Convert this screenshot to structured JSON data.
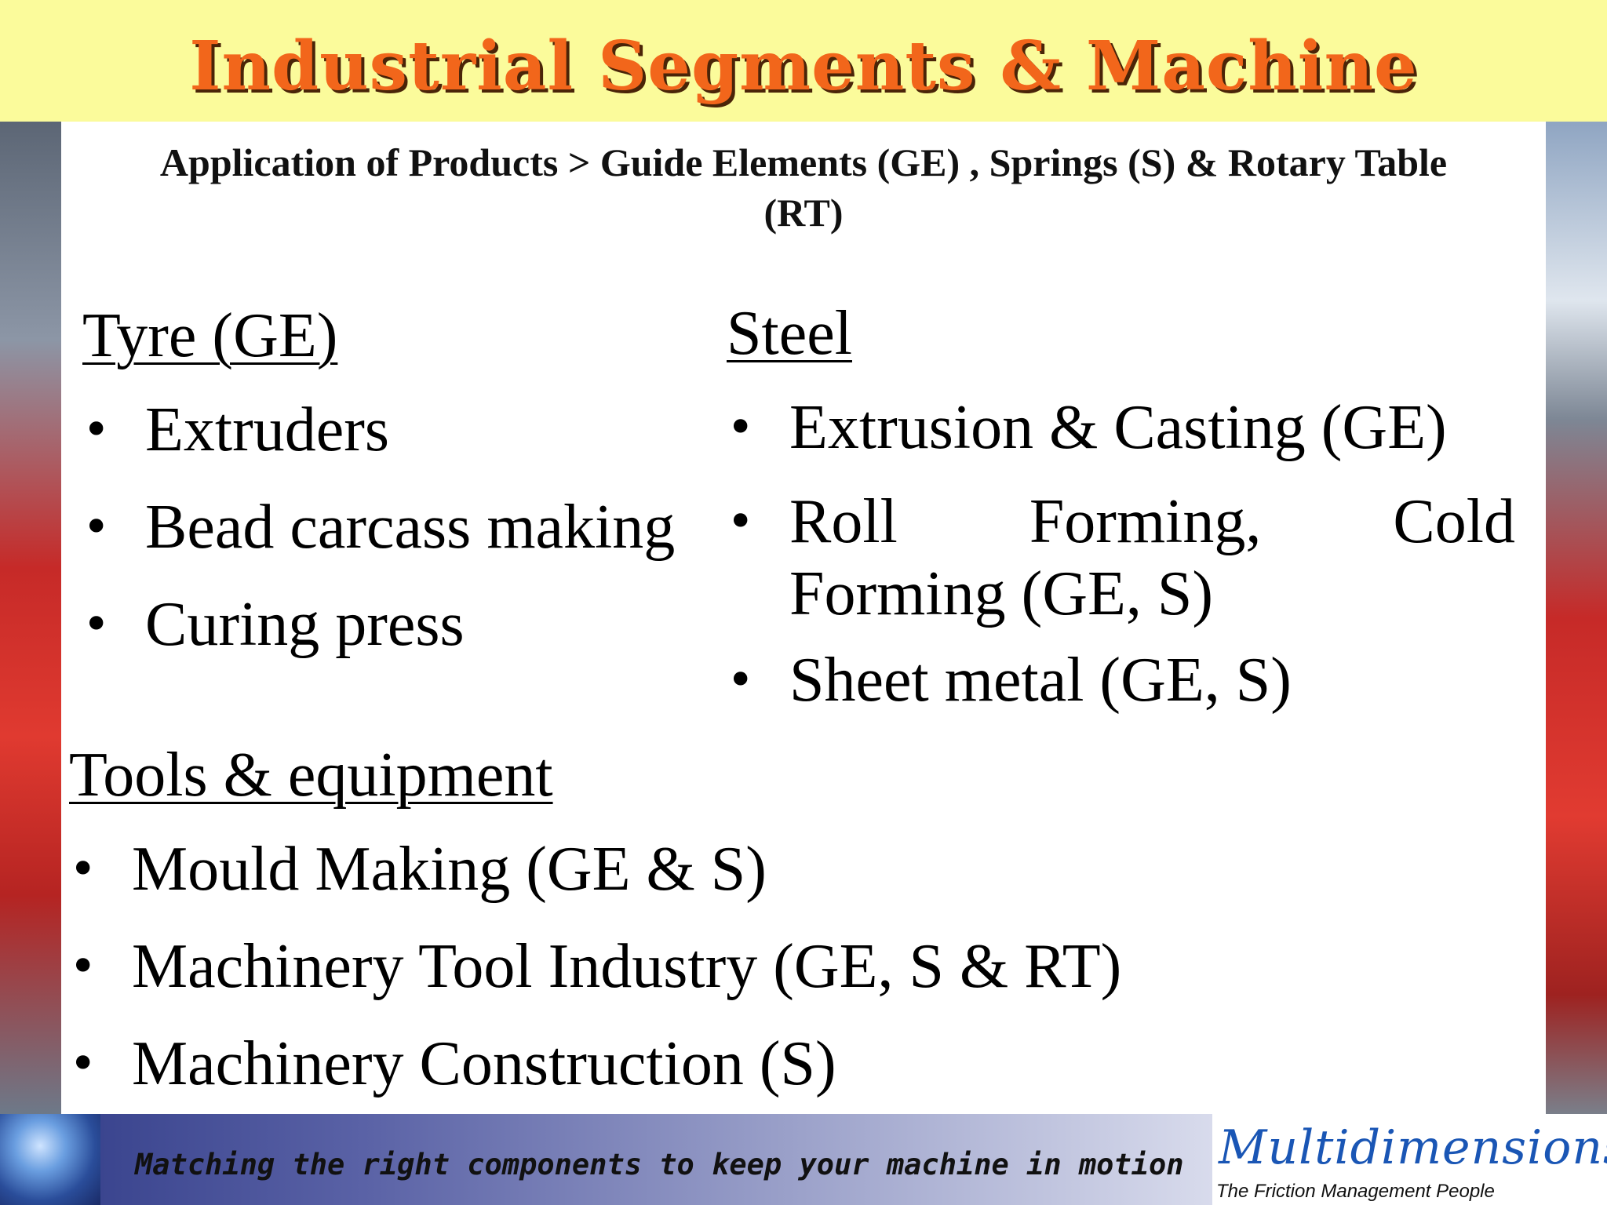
{
  "title": "Industrial Segments & Machine Application",
  "subtitle": {
    "line1": "Application of Products >  Guide Elements (GE) , Springs (S) & Rotary Table",
    "line2": "(RT)"
  },
  "tyre": {
    "heading": "Tyre (GE)",
    "items": [
      "Extruders",
      "Bead carcass making",
      "Curing press"
    ]
  },
  "steel": {
    "heading": "Steel",
    "item1": "Extrusion & Casting (GE)",
    "item2": {
      "word1": "Roll",
      "word2": "Forming,",
      "word3": "Cold",
      "line2": "Forming (GE, S)"
    },
    "item3": "Sheet metal (GE, S)"
  },
  "tools": {
    "heading": "Tools & equipment",
    "items": [
      "Mould Making (GE & S)",
      "Machinery Tool Industry (GE, S & RT)",
      "Machinery Construction (S)"
    ]
  },
  "bullet": "•",
  "footer": {
    "tagline": "Matching the right components to keep your machine in motion",
    "logo": "Multidimensions",
    "logo_sub": "The Friction Management People"
  },
  "colors": {
    "title_band": "#fbfb9b",
    "title_text": "#f2661b",
    "logo_blue": "#1a56b5"
  }
}
